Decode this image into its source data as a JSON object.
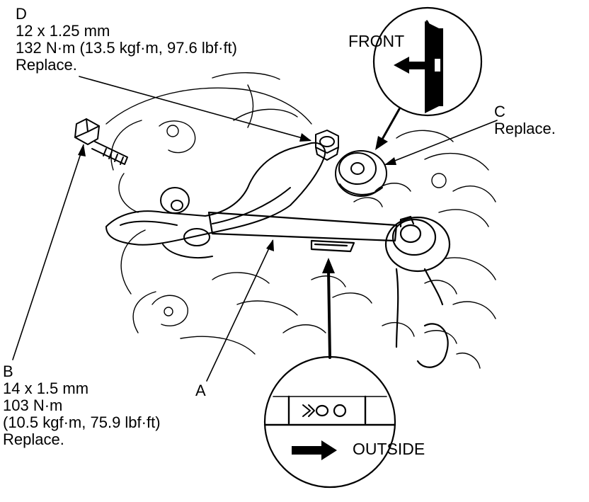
{
  "callouts": {
    "d": {
      "letter": "D",
      "size": "12 x 1.25 mm",
      "torque": "132 N·m (13.5 kgf·m, 97.6 lbf·ft)",
      "note": "Replace."
    },
    "b": {
      "letter": "B",
      "size": "14 x 1.5 mm",
      "torque": "103 N·m",
      "torque_alt": "(10.5 kgf·m, 75.9 lbf·ft)",
      "note": "Replace."
    },
    "c": {
      "letter": "C",
      "note": "Replace."
    },
    "a": {
      "letter": "A"
    }
  },
  "detail_front": {
    "label": "FRONT"
  },
  "detail_outside": {
    "label": "OUTSIDE"
  },
  "colors": {
    "ink": "#000000",
    "paper": "#ffffff"
  }
}
